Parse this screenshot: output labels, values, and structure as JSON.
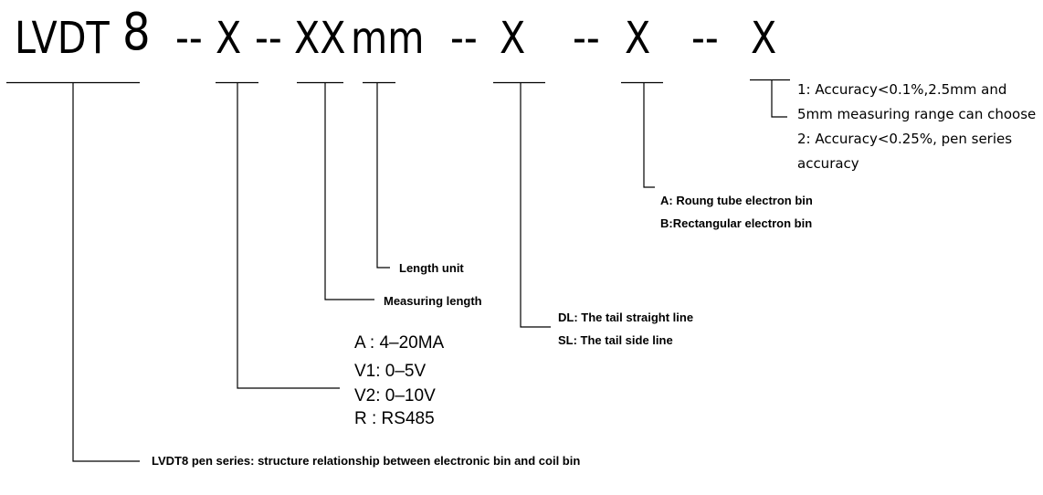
{
  "code": {
    "prefix": "LVDT",
    "series_digit": "8",
    "sep1": "--",
    "output": "X",
    "sep2": "--",
    "length": "XX",
    "unit": "mm",
    "sep3": "--",
    "tail": "X",
    "sep4": "--",
    "bin": "X",
    "sep5": "--",
    "accuracy": "X"
  },
  "accuracy_options": [
    "1: Accuracy<0.1%,2.5mm and",
    "5mm measuring range can choose",
    "2: Accuracy<0.25%, pen series",
    "accuracy"
  ],
  "bin_options": [
    "A: Roung tube electron bin",
    "B:Rectangular electron bin"
  ],
  "unit_label": "Length unit",
  "length_label": "Measuring length",
  "tail_options": [
    "DL: The tail straight line",
    "SL: The tail side line"
  ],
  "output_options": [
    "A : 4–20MA",
    "V1: 0–5V",
    "V2: 0–10V",
    "R : RS485"
  ],
  "series_label": "LVDT8 pen series: structure relationship between electronic bin and coil bin"
}
